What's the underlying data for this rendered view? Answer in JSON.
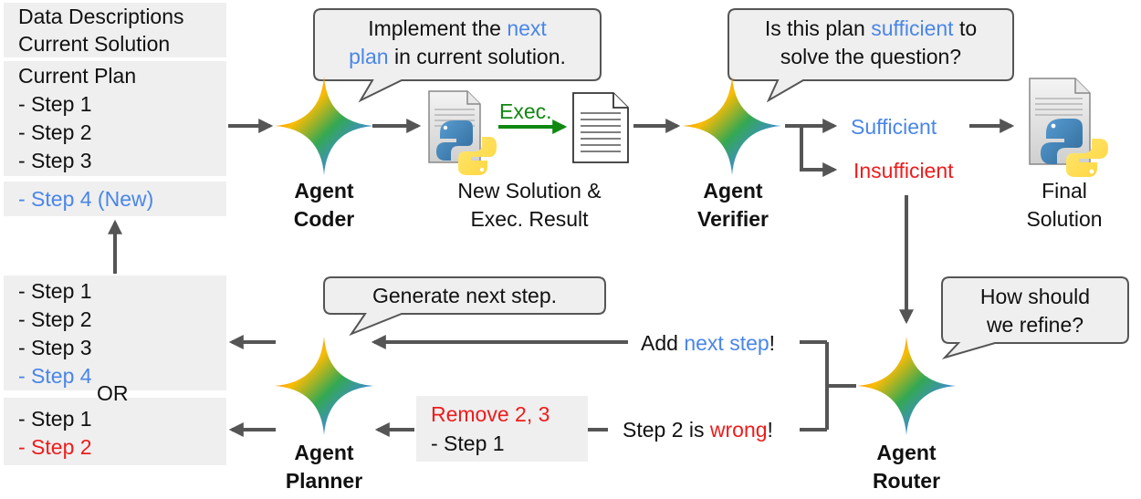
{
  "left_panel": {
    "top_box": [
      "Data Descriptions",
      "Current Solution"
    ],
    "plan_title": "Current Plan",
    "plan_steps": [
      "- Step 1",
      "- Step 2",
      "- Step 3"
    ],
    "new_step": "- Step 4 (New)",
    "option_a": [
      "- Step 1",
      "- Step 2",
      "- Step 3",
      "- Step 4"
    ],
    "or_label": "OR",
    "option_b": [
      "- Step 1",
      "- Step 2"
    ]
  },
  "coder": {
    "bubble": {
      "line1_pre": "Implement the ",
      "line1_hl": "next",
      "line2_hl": "plan",
      "line2_post": " in current solution."
    },
    "label": [
      "Agent",
      "Coder"
    ]
  },
  "execution": {
    "exec_label": "Exec.",
    "caption": [
      "New Solution &",
      "Exec. Result"
    ]
  },
  "verifier": {
    "bubble": {
      "line1_pre": "Is this plan ",
      "line1_hl": "sufficient",
      "line1_post": " to",
      "line2": "solve the question?"
    },
    "label": [
      "Agent",
      "Verifier"
    ],
    "sufficient": "Sufficient",
    "insufficient": "Insufficient"
  },
  "final": {
    "label": [
      "Final",
      "Solution"
    ]
  },
  "router": {
    "bubble": [
      "How should",
      "we refine?"
    ],
    "label": [
      "Agent",
      "Router"
    ],
    "add_pre": "Add ",
    "add_hl": "next step",
    "add_post": "!",
    "wrong_pre": "Step 2 is ",
    "wrong_hl": "wrong",
    "wrong_post": "!"
  },
  "planner": {
    "bubble": "Generate next step.",
    "label": [
      "Agent",
      "Planner"
    ],
    "remove_box": {
      "line1": "Remove 2, 3",
      "line2": "- Step 1"
    }
  },
  "colors": {
    "highlight_blue": "#4a86e8",
    "highlight_red": "#ee1c1c",
    "exec_green": "#118811",
    "arrow_gray": "#555555",
    "box_gray": "#efefef"
  }
}
